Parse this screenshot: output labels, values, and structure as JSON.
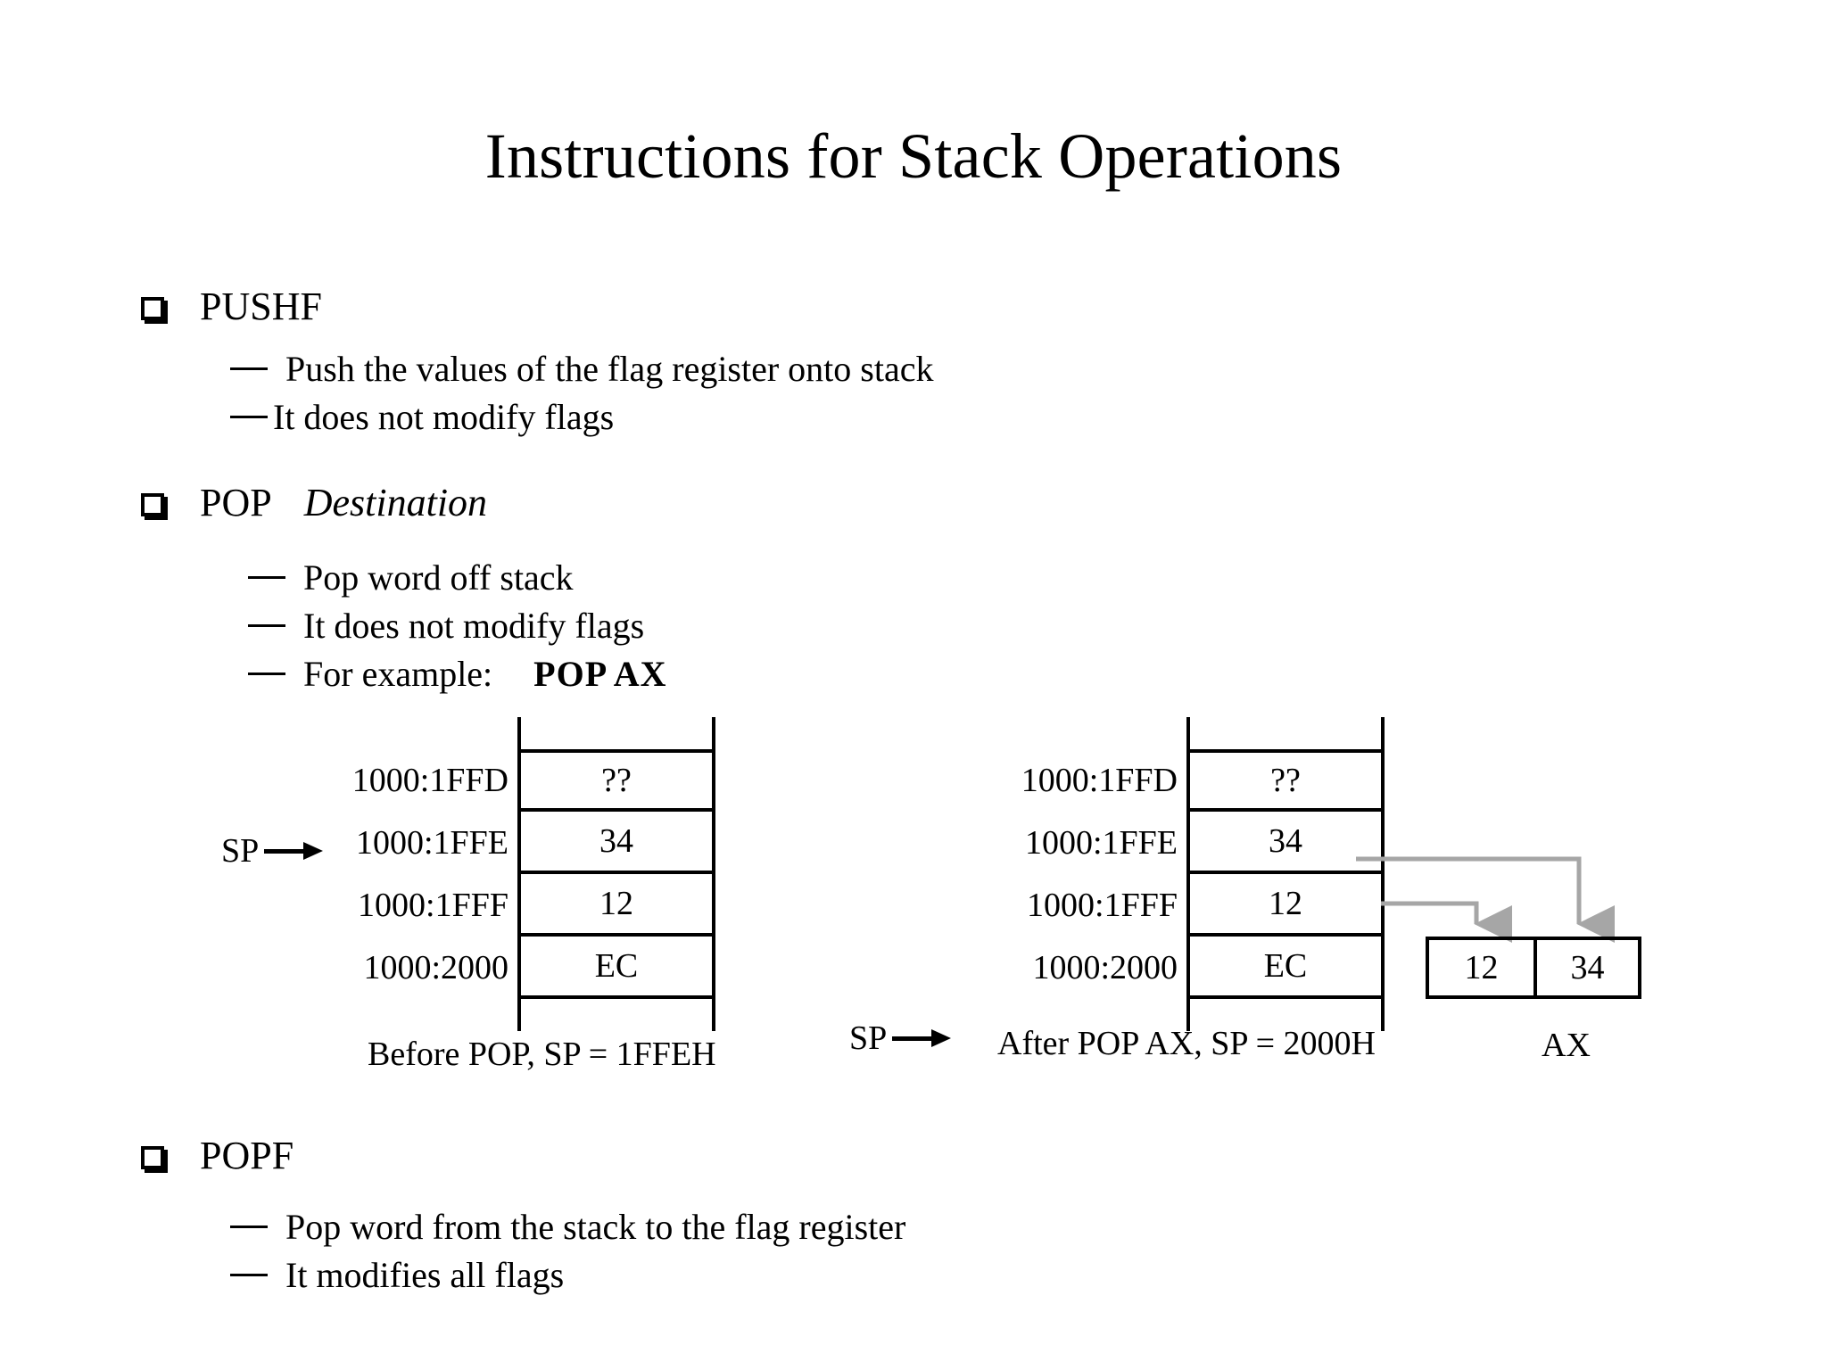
{
  "slide": {
    "title": "Instructions for Stack Operations"
  },
  "sections": [
    {
      "heading": "PUSHF",
      "heading_italic": "",
      "subs": [
        "Push the values of the flag register onto stack",
        "It does not modify flags"
      ]
    },
    {
      "heading": "POP",
      "heading_italic": "Destination",
      "subs": [
        "Pop word off stack",
        "It does not modify flags",
        "For example:"
      ],
      "example_code": "POP   AX"
    },
    {
      "heading": "POPF",
      "heading_italic": "",
      "subs": [
        "Pop word from the stack to the flag register",
        "It  modifies all flags"
      ]
    }
  ],
  "diagram": {
    "sp_label": "SP",
    "before": {
      "caption": "Before POP, SP = 1FFEH",
      "sp_row_index": 1,
      "rows": [
        {
          "address": "1000:1FFD",
          "value": "??"
        },
        {
          "address": "1000:1FFE",
          "value": "34"
        },
        {
          "address": "1000:1FFF",
          "value": "12"
        },
        {
          "address": "1000:2000",
          "value": "EC"
        }
      ]
    },
    "after": {
      "caption": "After POP AX,   SP = 2000H",
      "sp_row_index": 3,
      "rows": [
        {
          "address": "1000:1FFD",
          "value": "??"
        },
        {
          "address": "1000:1FFE",
          "value": "34"
        },
        {
          "address": "1000:1FFF",
          "value": "12"
        },
        {
          "address": "1000:2000",
          "value": "EC"
        }
      ]
    },
    "ax_register": {
      "label": "AX",
      "high_byte": "12",
      "low_byte": "34"
    },
    "connector_color": "#a6a6a6"
  }
}
